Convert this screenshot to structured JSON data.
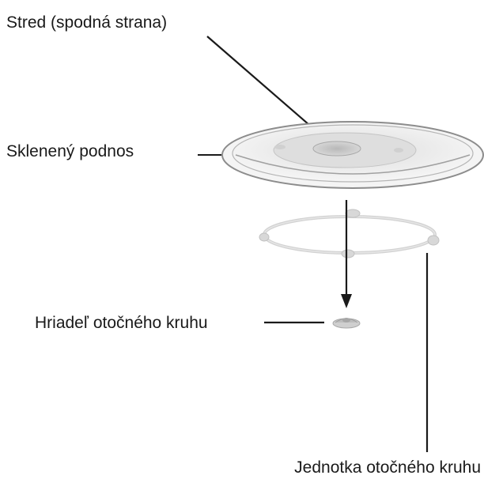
{
  "labels": {
    "center_underside": "Stred (spodná strana)",
    "glass_tray": "Sklenený podnos",
    "turntable_shaft": "Hriadeľ otočného kruhu",
    "turntable_ring": "Jednotka otočného kruhu"
  }
}
